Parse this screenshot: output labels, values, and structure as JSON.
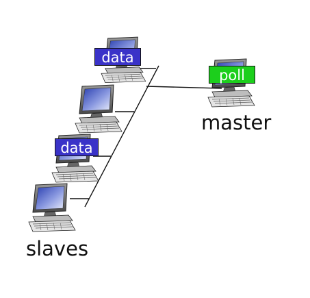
{
  "nodes": {
    "master": {
      "label": "master",
      "message": "poll"
    },
    "slaves": {
      "label": "slaves"
    },
    "slave_1": {
      "message": "data"
    },
    "slave_3": {
      "message": "data"
    }
  },
  "colors": {
    "data_tag": "#3a33c8",
    "poll_tag": "#1ccf1c",
    "link": "#111111",
    "screen": "#5566cc"
  },
  "icons": {
    "computer": "desktop-computer-icon"
  }
}
